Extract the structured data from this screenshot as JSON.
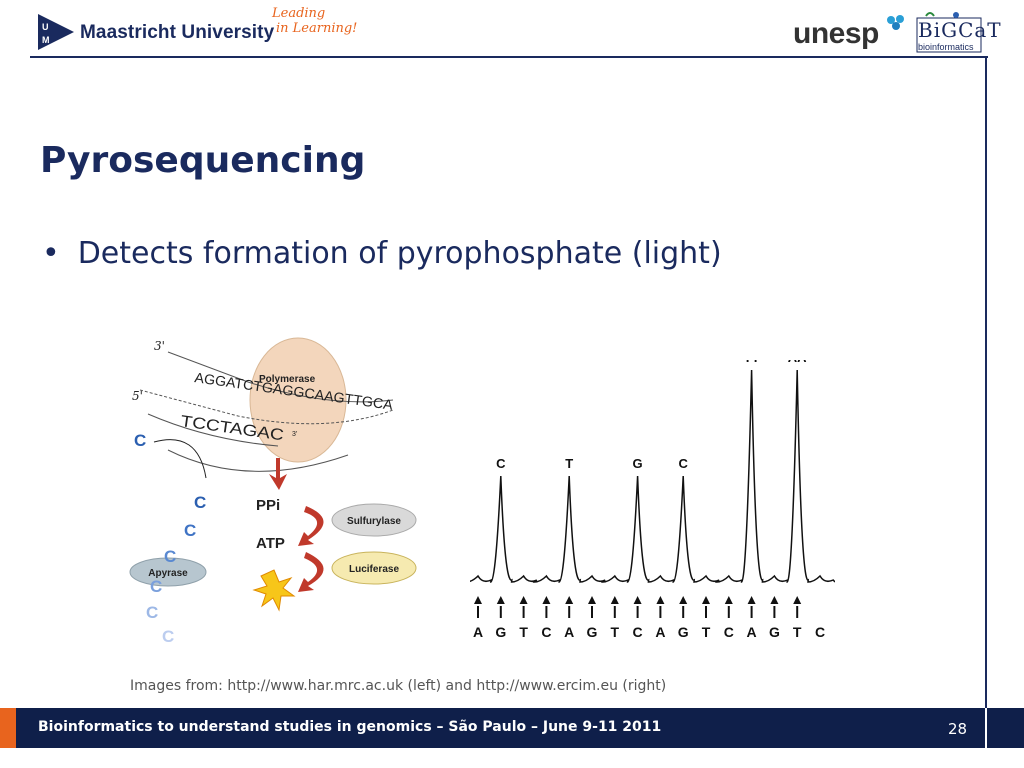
{
  "header": {
    "university_name": "Maastricht University",
    "tagline_line1": "Leading",
    "tagline_line2": "in Learning!",
    "partner1": "unesp",
    "partner2_name": "BiGCaT",
    "partner2_sub": "bioinformatics"
  },
  "slide": {
    "title": "Pyrosequencing",
    "bullet_marker": "•",
    "bullet_text": "Detects formation of pyrophosphate (light)"
  },
  "left_figure": {
    "end3": "3'",
    "end5": "5'",
    "template_strand": "AGGATCTGAGGCAAGTTGCA",
    "primer_strand": "TCCTAGAC",
    "primer_end": "3'",
    "incoming_base": "C",
    "enzyme_polymerase": "Polymerase",
    "ppi": "PPi",
    "atp": "ATP",
    "enzyme_sulfurylase": "Sulfurylase",
    "enzyme_luciferase": "Luciferase",
    "enzyme_apyrase": "Apyrase",
    "degraded_bases": [
      "C",
      "C",
      "C",
      "C",
      "C",
      "C"
    ]
  },
  "right_figure": {
    "peak_labels": [
      {
        "label": "C",
        "index": 1,
        "height": 1
      },
      {
        "label": "T",
        "index": 4,
        "height": 1
      },
      {
        "label": "G",
        "index": 7,
        "height": 1
      },
      {
        "label": "C",
        "index": 9,
        "height": 1
      },
      {
        "label": "TT",
        "index": 12,
        "height": 2
      },
      {
        "label": "AA",
        "index": 14,
        "height": 2
      }
    ],
    "dispensation_order": [
      "A",
      "G",
      "T",
      "C",
      "A",
      "G",
      "T",
      "C",
      "A",
      "G",
      "T",
      "C",
      "A",
      "G",
      "T",
      "C"
    ],
    "arrow_count": 15
  },
  "credit": "Images from: http://www.har.mrc.ac.uk (left) and http://www.ercim.eu (right)",
  "footer": {
    "text": "Bioinformatics to understand studies in genomics – São Paulo – June 9-11 2011",
    "page_number": "28"
  },
  "colors": {
    "navy": "#1a2a5e",
    "footer_bg": "#0f1f4a",
    "accent_orange": "#e8641e",
    "base_blue": "#2b5fb0"
  }
}
